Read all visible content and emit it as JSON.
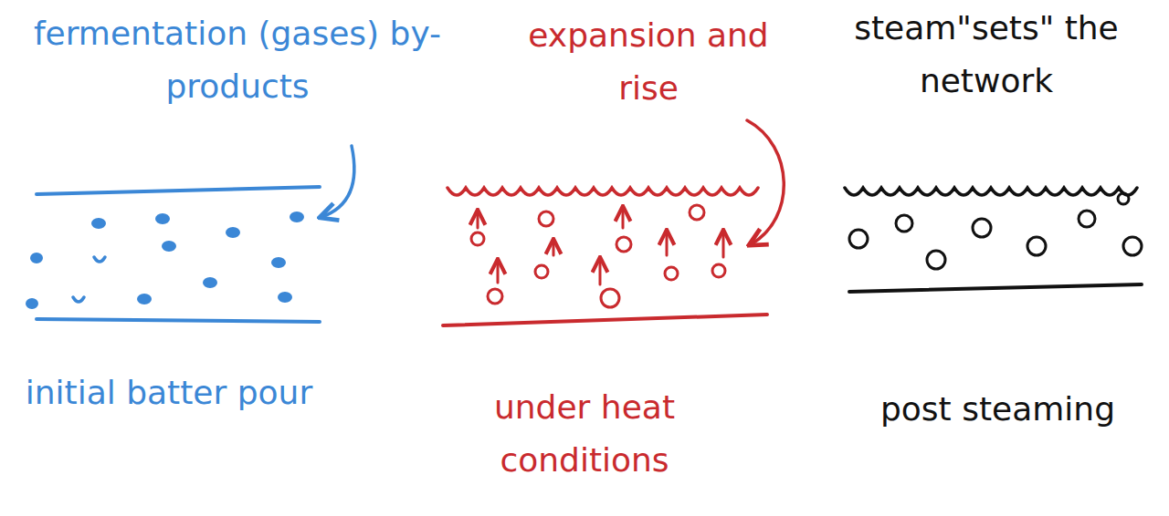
{
  "diagram": {
    "labels": [
      "fermentation (gases) by-products",
      "initial batter pour",
      "expansion and rise",
      "under heat conditions",
      "steam\"sets\" the network",
      "post steaming"
    ]
  }
}
